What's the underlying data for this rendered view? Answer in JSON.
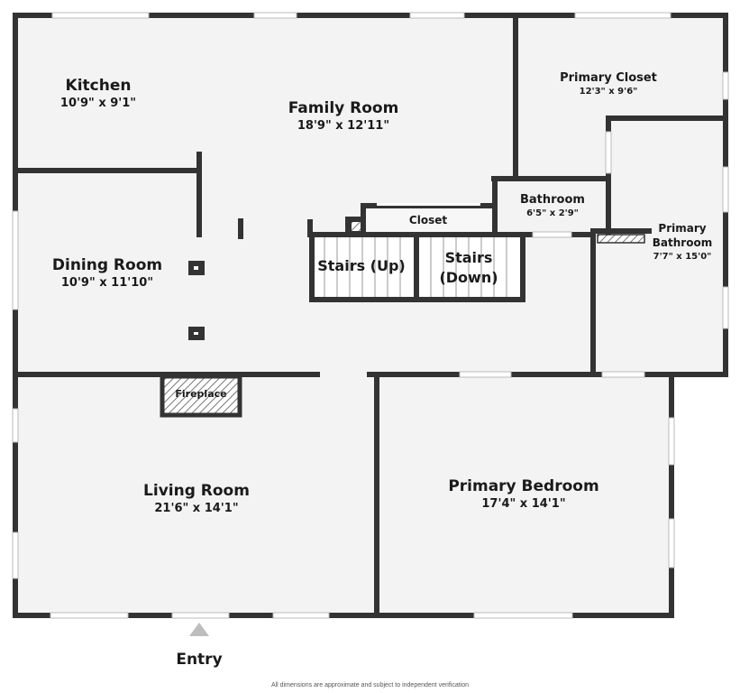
{
  "rooms": {
    "kitchen": {
      "name": "Kitchen",
      "dim": "10'9\" x 9'1\""
    },
    "family_room": {
      "name": "Family Room",
      "dim": "18'9\" x 12'11\""
    },
    "primary_closet": {
      "name": "Primary Closet",
      "dim": "12'3\" x 9'6\""
    },
    "bathroom": {
      "name": "Bathroom",
      "dim": "6'5\" x 2'9\""
    },
    "closet": {
      "name": "Closet"
    },
    "primary_bathroom": {
      "name_line1": "Primary",
      "name_line2": "Bathroom",
      "dim": "7'7\" x 15'0\""
    },
    "dining_room": {
      "name": "Dining Room",
      "dim": "10'9\" x 11'10\""
    },
    "stairs_up": {
      "name": "Stairs (Up)"
    },
    "stairs_down": {
      "name_line1": "Stairs",
      "name_line2": "(Down)"
    },
    "fireplace": {
      "name": "Fireplace"
    },
    "living_room": {
      "name": "Living Room",
      "dim": "21'6\" x 14'1\""
    },
    "primary_bedroom": {
      "name": "Primary Bedroom",
      "dim": "17'4\" x 14'1\""
    }
  },
  "entry_label": "Entry",
  "disclaimer": "All dimensions are approximate and subject to independent verification",
  "colors": {
    "floor": "#f3f3f3",
    "wall": "#333333",
    "window": "#ffffff",
    "text": "#1a1a1a"
  }
}
